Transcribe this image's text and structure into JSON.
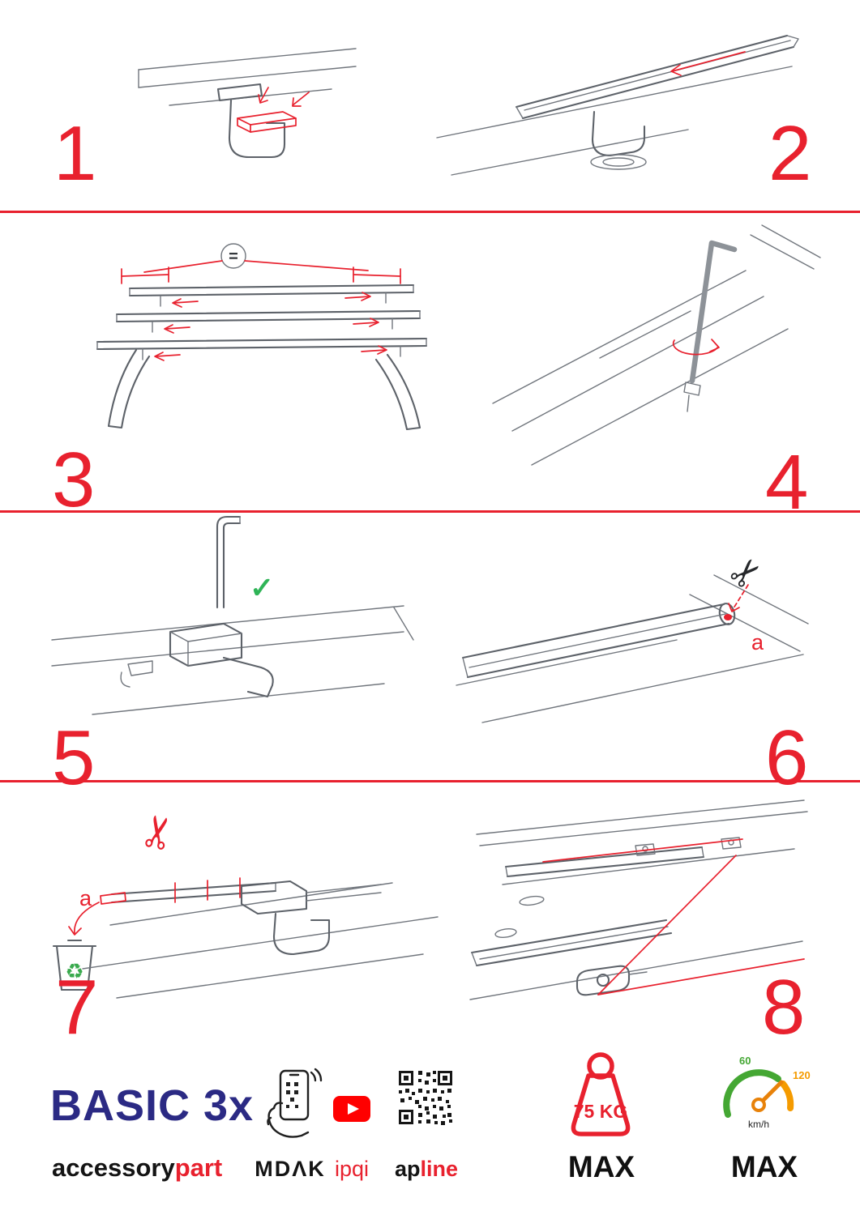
{
  "steps": [
    {
      "number": "1"
    },
    {
      "number": "2"
    },
    {
      "number": "3"
    },
    {
      "number": "4"
    },
    {
      "number": "5"
    },
    {
      "number": "6"
    },
    {
      "number": "7"
    },
    {
      "number": "8"
    }
  ],
  "annotations": {
    "equal_sign": "=",
    "check_mark": "✓",
    "label_a": "a"
  },
  "icons": {
    "scissors": "✂",
    "recycle": "♻"
  },
  "footer": {
    "brand_title": "BASIC 3x",
    "brand_sub_black": "accessory",
    "brand_sub_red": "part",
    "partner_mdak": "MDΛK",
    "partner_ipqi": "ipqi",
    "partner_apline_black": "ap",
    "partner_apline_red": "line",
    "weight_value": "75 KG",
    "max_label": "MAX",
    "speed_low": "60",
    "speed_high": "120",
    "speed_unit": "km/h"
  },
  "colors": {
    "accent_red": "#e8212e",
    "brand_blue": "#2b2a84",
    "success_green": "#3bb54a",
    "gauge_orange": "#f59a00",
    "youtube_red": "#ff0000"
  }
}
